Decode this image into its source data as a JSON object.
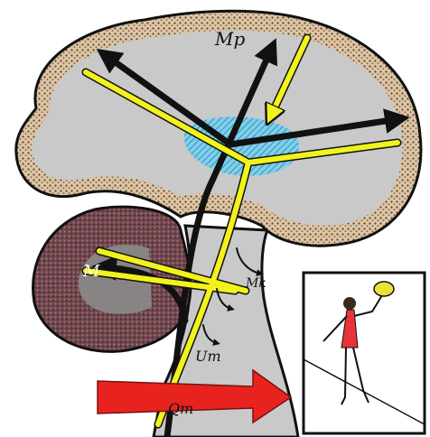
{
  "labels": {
    "mp": "Mp",
    "m": "M",
    "mk": "Mk",
    "um": "Um",
    "qm": "Qm"
  },
  "colors": {
    "cortex_dots": "#a8734a",
    "brain_fill": "#c9c9c9",
    "cerebellum": "#7a5a5e",
    "yellow_path": "#f2f21c",
    "black_path": "#111111",
    "red_arrow": "#e8231f",
    "cyan_region": "#7fd0ea",
    "dress": "#e8333a",
    "racket": "#e9e23a"
  },
  "inset": {
    "figure": "tightrope-walker-with-racket"
  }
}
